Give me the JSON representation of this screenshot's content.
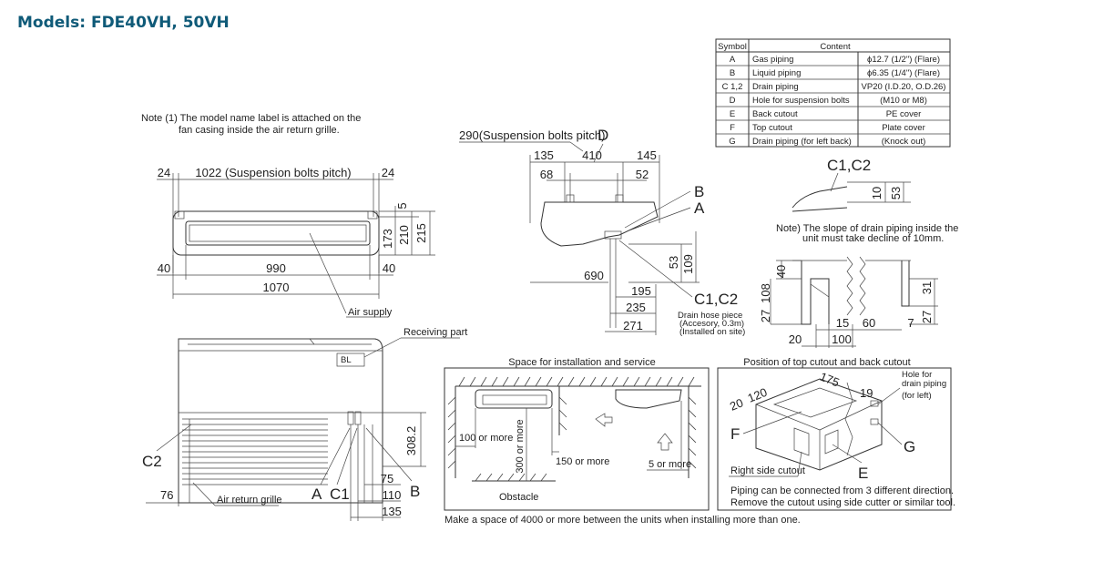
{
  "title": "Models: FDE40VH, 50VH",
  "table": {
    "headers": [
      "Symbol",
      "Content"
    ],
    "rows": [
      {
        "symbol": "A",
        "item": "Gas piping",
        "spec": "ϕ12.7 (1/2\") (Flare)"
      },
      {
        "symbol": "B",
        "item": "Liquid piping",
        "spec": "ϕ6.35 (1/4\") (Flare)"
      },
      {
        "symbol": "C 1,2",
        "item": "Drain piping",
        "spec": "VP20 (I.D.20, O.D.26)"
      },
      {
        "symbol": "D",
        "item": "Hole for suspension bolts",
        "spec": "(M10 or M8)"
      },
      {
        "symbol": "E",
        "item": "Back cutout",
        "spec": "PE cover"
      },
      {
        "symbol": "F",
        "item": "Top cutout",
        "spec": "Plate cover"
      },
      {
        "symbol": "G",
        "item": "Drain piping (for left back)",
        "spec": "(Knock out)"
      }
    ]
  },
  "notes": {
    "note1_line1": "Note (1) The model name label is attached on the",
    "note1_line2": "fan casing inside the air return grille.",
    "note2_line1": "Note) The slope of drain piping inside the",
    "note2_line2": "unit must take decline of 10mm."
  },
  "front_view": {
    "d24_left": "24",
    "d1022": "1022 (Suspension bolts pitch)",
    "d24_right": "24",
    "d5": "5",
    "d173": "173",
    "d210": "210",
    "d215": "215",
    "d40_left": "40",
    "d990": "990",
    "d40_right": "40",
    "d1070": "1070"
  },
  "side_view": {
    "d290": "290(Suspension bolts pitch)",
    "lbl_D": "D",
    "d135": "135",
    "d410": "410",
    "d145": "145",
    "d68": "68",
    "d52": "52",
    "lbl_B": "B",
    "lbl_A": "A",
    "d53": "53",
    "d109": "109",
    "d690": "690",
    "d195": "195",
    "d235": "235",
    "d271": "271",
    "lbl_C12": "C1,C2",
    "hose1": "Drain hose piece",
    "hose2": "(Accesory, 0.3m)",
    "hose3": "(Installed on site)"
  },
  "bottom_view": {
    "air_supply": "Air supply",
    "receiving_part": "Receiving part",
    "bl": "BL",
    "d308": "308.2",
    "lbl_C2": "C2",
    "d76": "76",
    "air_return": "Air return grille",
    "lbl_A": "A",
    "lbl_C1": "C1",
    "lbl_B": "B",
    "d75": "75",
    "d110": "110",
    "d135": "135"
  },
  "slope_detail": {
    "lbl_C12": "C1,C2",
    "d10": "10",
    "d53": "53"
  },
  "drain_detail": {
    "d40": "40",
    "d108": "108",
    "d27_left": "27",
    "d31": "31",
    "d27_right": "27",
    "d15": "15",
    "d60": "60",
    "d7": "7",
    "d20": "20",
    "d100": "100"
  },
  "installation_space": {
    "title": "Space for installation and service",
    "d100": "100 or more",
    "d300": "300 or more",
    "d150": "150 or more",
    "d5": "5 or more",
    "obstacle": "Obstacle",
    "footer": "Make a space of 4000 or more between the units when installing more than one."
  },
  "cutout_position": {
    "title": "Position of top cutout and back cutout",
    "hole1": "Hole for",
    "hole2": "drain piping",
    "hole3": "(for left)",
    "d20": "20",
    "d120": "120",
    "d175": "175",
    "d19": "19",
    "lbl_F": "F",
    "lbl_G": "G",
    "lbl_E": "E",
    "right_side": "Right side cutout",
    "footer1": "Piping can be connected from 3 different direction.",
    "footer2": "Remove the cutout using side cutter or similar tool."
  }
}
